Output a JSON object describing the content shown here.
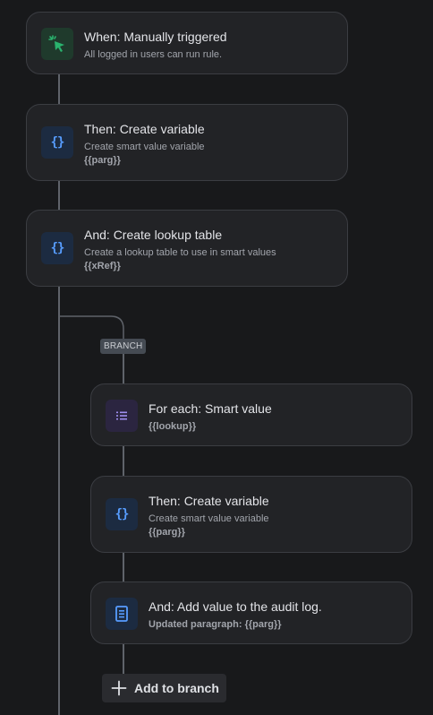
{
  "trigger": {
    "icon": "cursor-click-icon",
    "title": "When: Manually triggered",
    "description": "All logged in users can run rule."
  },
  "action_create_variable": {
    "icon": "braces-icon",
    "title": "Then: Create variable",
    "description": "Create smart value variable",
    "value": "{{parg}}"
  },
  "action_lookup_table": {
    "icon": "braces-icon",
    "title": "And: Create lookup table",
    "description": "Create a lookup table to use in smart values",
    "value": "{{xRef}}"
  },
  "branch": {
    "badge": "BRANCH",
    "for_each": {
      "icon": "list-icon",
      "title": "For each: Smart value",
      "value": "{{lookup}}"
    },
    "create_variable": {
      "icon": "braces-icon",
      "title": "Then: Create variable",
      "description": "Create smart value variable",
      "value": "{{parg}}"
    },
    "audit_log": {
      "icon": "document-icon",
      "title": "And: Add value to the audit log.",
      "description": "Updated paragraph: {{parg}}"
    },
    "add_label": "Add to branch"
  },
  "colors": {
    "background": "#18191b",
    "card": "#222326",
    "card_border": "#3b3d42",
    "connector": "#5f636a",
    "accent_blue": "#579dff",
    "accent_green": "#2ab36e",
    "accent_purple": "#9f8fef"
  }
}
